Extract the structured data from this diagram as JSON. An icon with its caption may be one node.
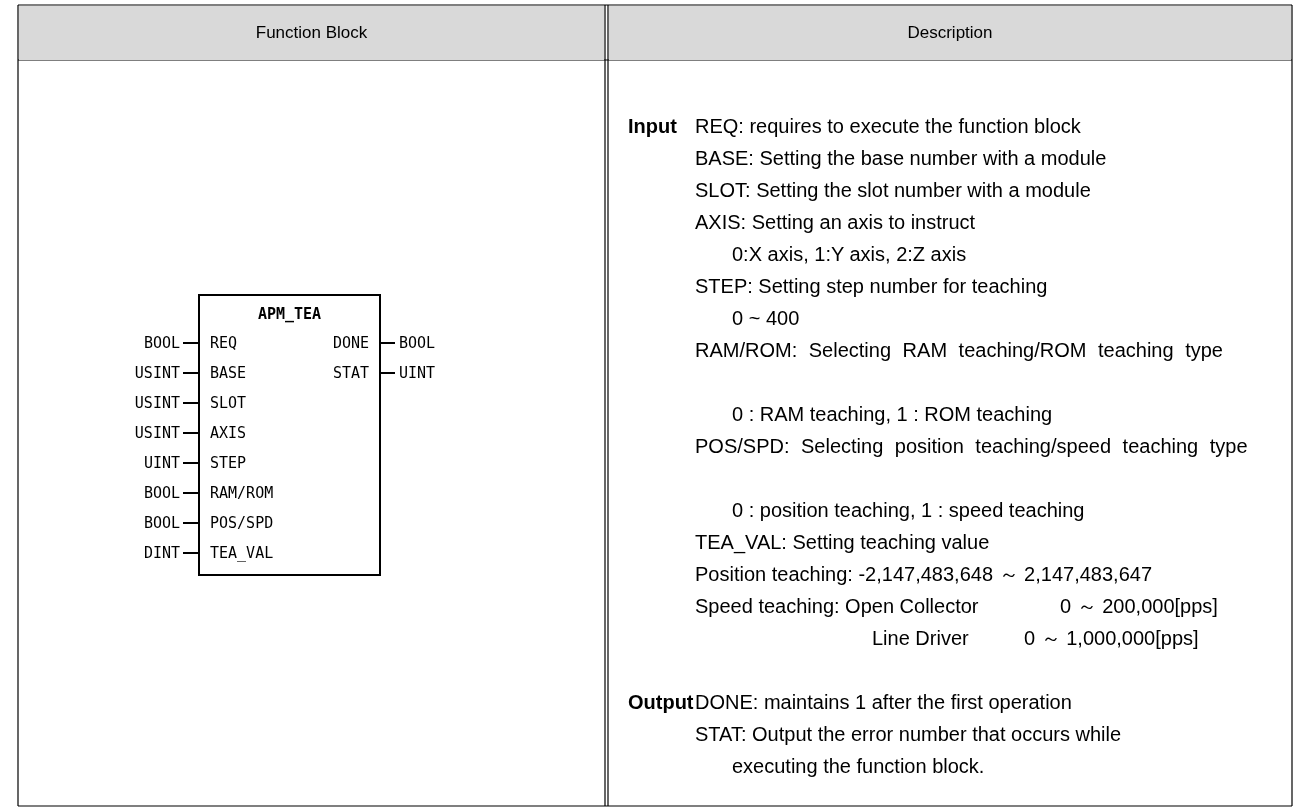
{
  "diagram": {
    "nodes": [
      {
        "text": [
          "APM_TEA"
        ]
      }
    ],
    "labels": [
      "Function Block",
      "Description",
      "BOOL",
      "REQ",
      "DONE",
      "BOOL",
      "USINT",
      "BASE",
      "STAT",
      "UINT",
      "USINT",
      "SLOT",
      "USINT",
      "AXIS",
      "UINT",
      "STEP",
      "BOOL",
      "RAM/ROM",
      "BOOL",
      "POS/SPD",
      "DINT",
      "TEA_VAL",
      "Input",
      "REQ: requires to execute the function block",
      "BASE: Setting the base number with a module",
      "SLOT: Setting the slot number with a module",
      "AXIS: Setting an axis to instruct",
      "0:X axis, 1:Y axis, 2:Z axis",
      "STEP: Setting step number for teaching",
      "0 ~ 400",
      "RAM/ROM: Selecting RAM teaching/ROM teaching type",
      "0 : RAM teaching, 1 : ROM teaching",
      "POS/SPD: Selecting position teaching/speed teaching type",
      "0 : position teaching, 1 : speed teaching",
      "TEA_VAL: Setting teaching value",
      "Position teaching: -2,147,483,648 ～ 2,147,483,647",
      "Speed teaching: Open Collector",
      "0 ～ 200,000[pps]",
      "Line Driver",
      "0 ～ 1,000,000[pps]",
      "Output",
      "DONE: maintains 1 after the first operation",
      "STAT: Output the error number that occurs while executing the function block."
    ]
  }
}
